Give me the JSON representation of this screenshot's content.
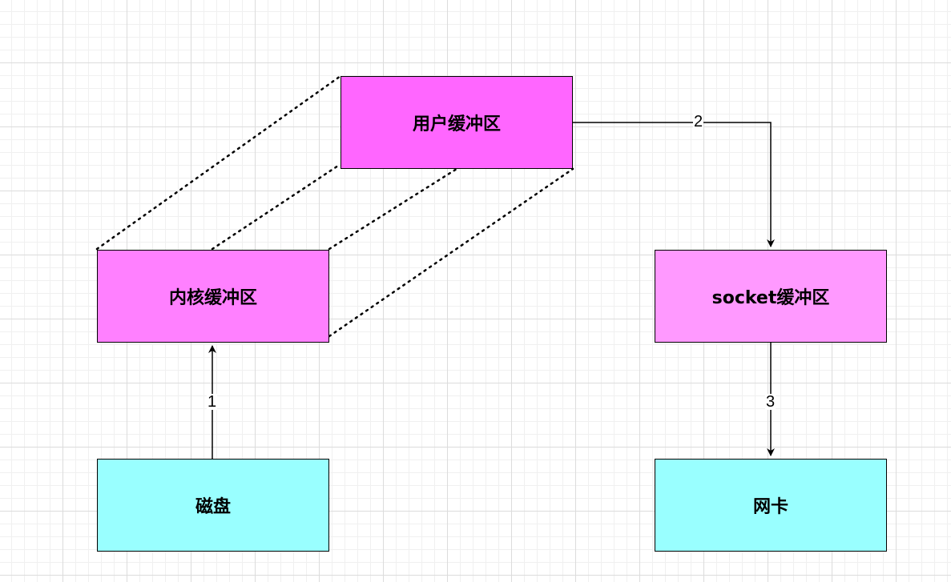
{
  "colors": {
    "user_buffer": "#ff66ff",
    "kernel_buffer": "#ff80ff",
    "socket_buffer": "#ff99ff",
    "device": "#99ffff",
    "stroke": "#000000"
  },
  "nodes": {
    "user_buffer": {
      "label": "用户缓冲区"
    },
    "kernel_buffer": {
      "label": "内核缓冲区"
    },
    "socket_buffer": {
      "label": "socket缓冲区"
    },
    "disk": {
      "label": "磁盘"
    },
    "nic": {
      "label": "网卡"
    }
  },
  "edges": {
    "disk_to_kernel": {
      "label": "1"
    },
    "user_to_socket": {
      "label": "2"
    },
    "socket_to_nic": {
      "label": "3"
    }
  }
}
